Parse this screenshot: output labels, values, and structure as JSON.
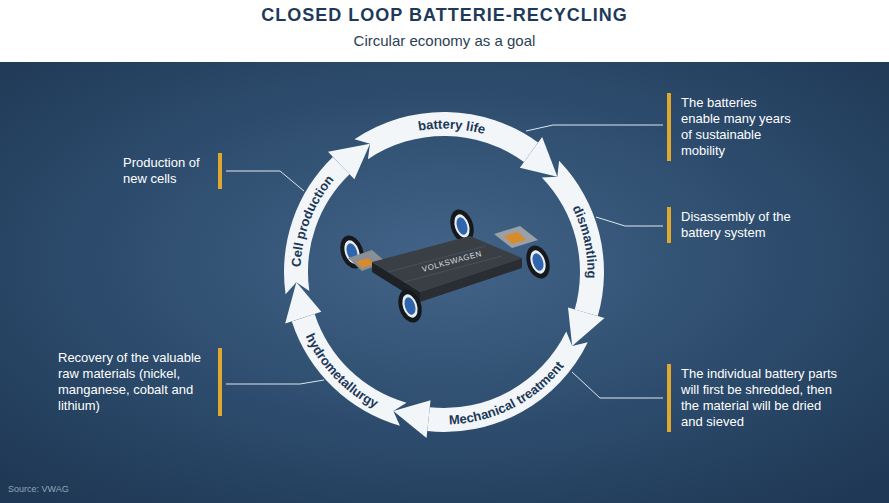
{
  "diagram": {
    "title": "CLOSED LOOP BATTERIE-RECYCLING",
    "nodes": [
      {
        "text": [
          "battery life"
        ]
      },
      {
        "text": [
          "dismantling"
        ]
      },
      {
        "text": [
          "Mechanical treatment"
        ]
      },
      {
        "text": [
          "hydrometallurgy"
        ]
      },
      {
        "text": [
          "Cell production"
        ]
      }
    ],
    "edges": [
      {
        "from": 0,
        "to": 1,
        "arrow": "to"
      },
      {
        "from": 1,
        "to": 2,
        "arrow": "to"
      },
      {
        "from": 2,
        "to": 3,
        "arrow": "to"
      },
      {
        "from": 3,
        "to": 4,
        "arrow": "to"
      },
      {
        "from": 4,
        "to": 0,
        "arrow": "to"
      }
    ],
    "labels": [
      "Circular economy as a goal",
      "The batteries enable many years of sustainable mobility",
      "Production of new cells",
      "Disassembly of the battery system",
      "Recovery of the valuable raw materials (nickel, manganese, cobalt and lithium)",
      "The individual battery parts will first be shredded, then the material will be dried and sieved",
      "VOLKSWAGEN",
      "Source: VWAG"
    ]
  }
}
